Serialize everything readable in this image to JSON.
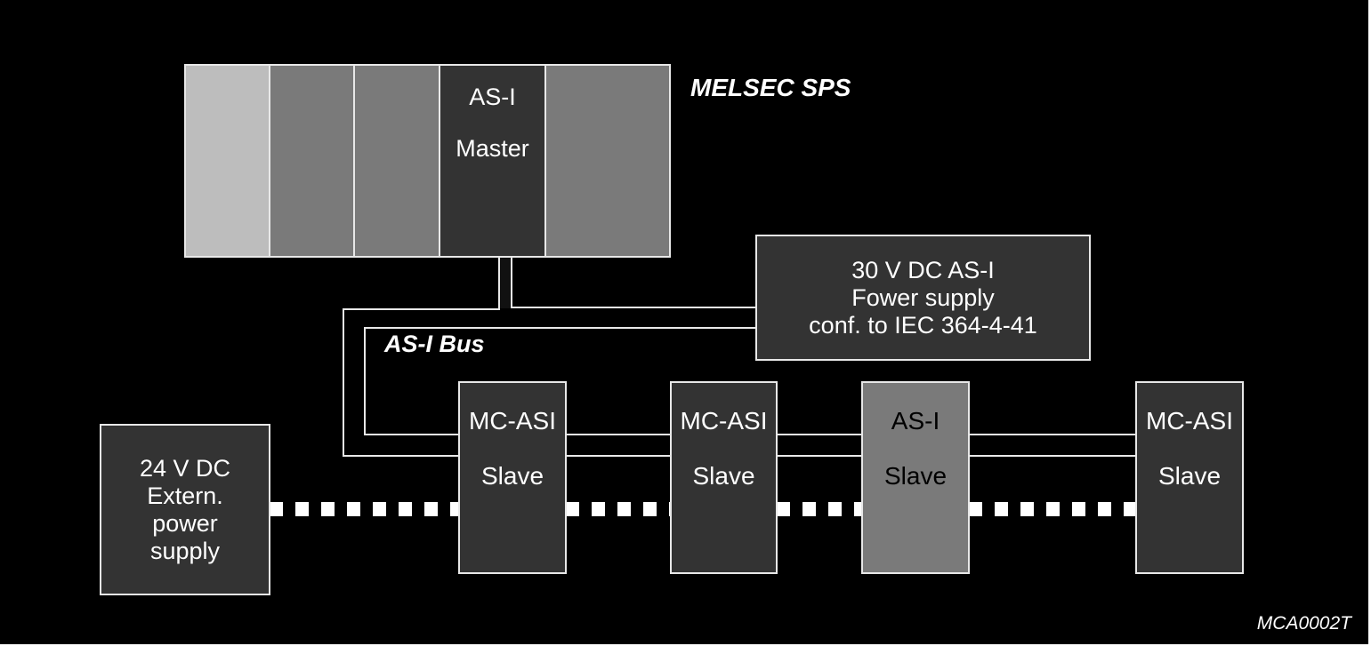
{
  "plc": {
    "title": "MELSEC SPS",
    "master_line1": "AS-I",
    "master_line2": "Master"
  },
  "bus_label": "AS-I Bus",
  "power_supply_30v": {
    "line1": "30 V DC AS-I",
    "line2": "Fower supply",
    "line3": "conf. to IEC 364-4-41"
  },
  "power_supply_24v": {
    "line1": "24 V DC",
    "line2": "Extern.",
    "line3": "power",
    "line4": "supply"
  },
  "slaves": [
    {
      "line1": "MC-ASI",
      "line2": "Slave"
    },
    {
      "line1": "MC-ASI",
      "line2": "Slave"
    },
    {
      "line1": "AS-I",
      "line2": "Slave"
    },
    {
      "line1": "MC-ASI",
      "line2": "Slave"
    }
  ],
  "figure_id": "MCA0002T",
  "colors": {
    "background": "#000000",
    "border": "#e8e8e8",
    "slot_light": "#bdbdbd",
    "slot_mid": "#7a7a7a",
    "module_dark": "#333333",
    "slave_highlight": "#7a7a7a"
  }
}
